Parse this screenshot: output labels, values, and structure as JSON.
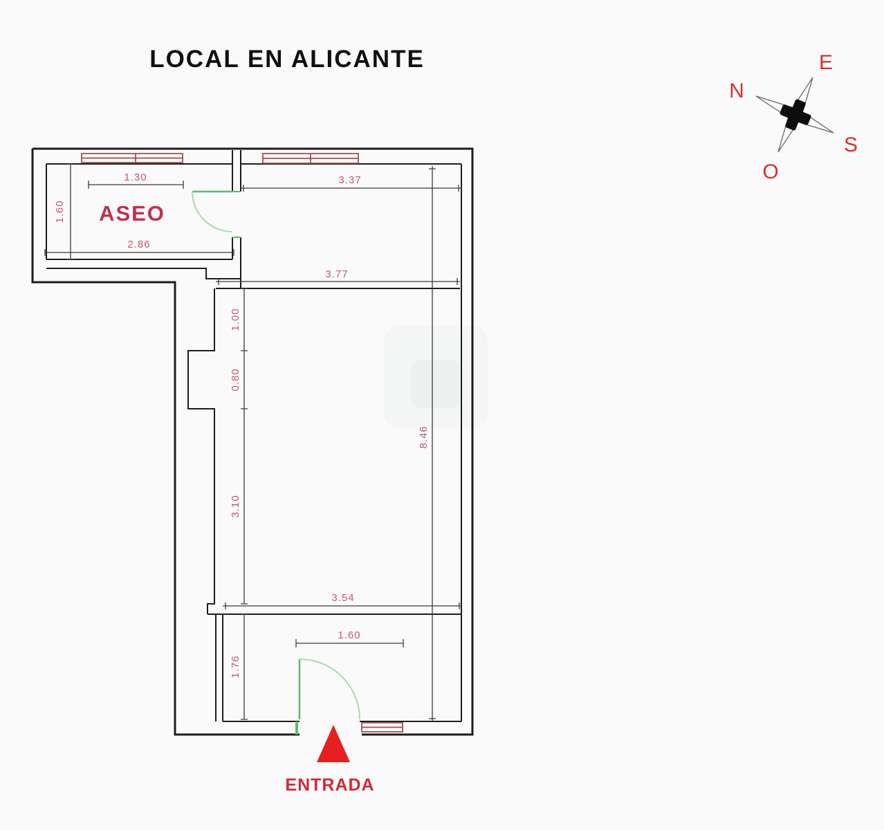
{
  "title": "LOCAL EN ALICANTE",
  "rooms": {
    "aseo": "ASEO"
  },
  "entrance": {
    "label": "ENTRADA"
  },
  "compass": {
    "north": "N",
    "east": "E",
    "south": "S",
    "west": "O"
  },
  "dimensions": {
    "aseo_top_width": "1.30",
    "aseo_left_height": "1.60",
    "aseo_bottom_width": "2.86",
    "upper_room_width": "3.37",
    "hall_top_width": "3.77",
    "left_segment_upper": "1.00",
    "left_notch": "0.80",
    "left_segment_lower": "3.10",
    "hall_right_depth": "8.46",
    "vestibule_width": "3.54",
    "entrance_opening": "1.60",
    "vestibule_height": "1.76"
  },
  "colors": {
    "wall": "#1c1c1c",
    "dimension_line": "#3a3a3a",
    "dimension_text": "#c4566b",
    "room_label": "#c13048",
    "window_frame": "#a34d4d",
    "door_leaf": "#5fba6e",
    "door_arc": "#a6dcae",
    "entrance_marker": "#e5201f",
    "compass_letter": "#d63030",
    "compass_cross": "#0d0d0d"
  }
}
